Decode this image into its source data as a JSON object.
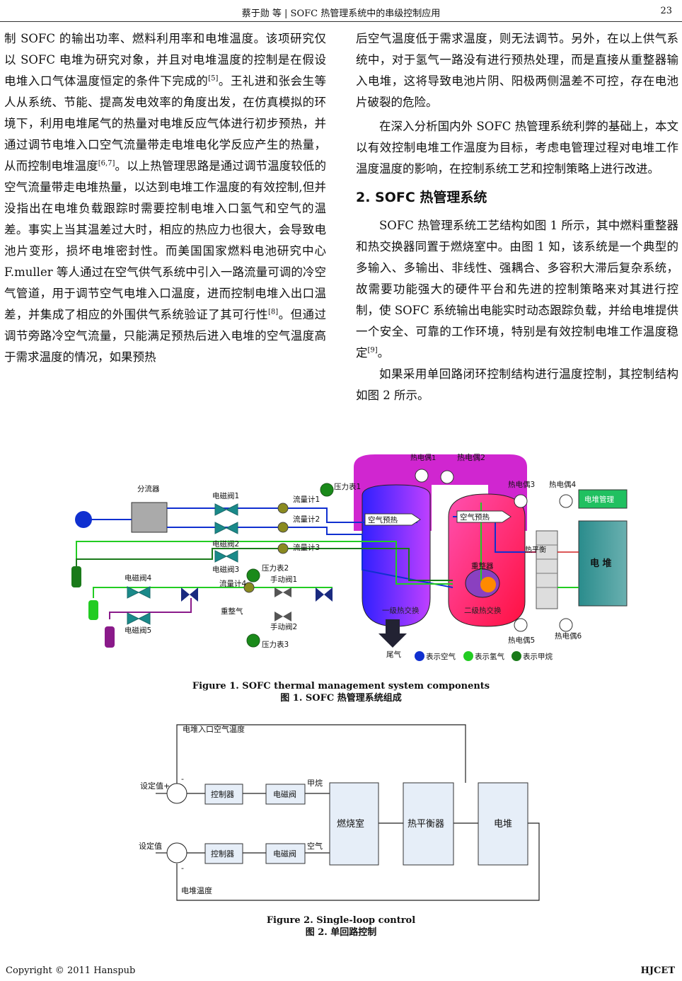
{
  "header": {
    "title": "蔡于勋  等  | SOFC 热管理系统中的串级控制应用",
    "page_number": "23"
  },
  "left_column": {
    "p1": "制 SOFC 的输出功率、燃料利用率和电堆温度。该项研究仅以 SOFC 电堆为研究对象，并且对电堆温度的控制是在假设电堆入口气体温度恒定的条件下完成的",
    "p1_ref": "[5]",
    "p1_b": "。王礼进和张会生等人从系统、节能、提高发电效率的角度出发，在仿真模拟的环境下，利用电堆尾气的热量对电堆反应气体进行初步预热，并通过调节电堆入口空气流量带走电堆电化学反应产生的热量，从而控制电堆温度",
    "p1_ref2": "[6,7]",
    "p1_c": "。以上热管理思路是通过调节温度较低的空气流量带走电堆热量，以达到电堆工作温度的有效控制,但并没指出在电堆负载跟踪时需要控制电堆入口氢气和空气的温差。事实上当其温差过大时，相应的热应力也很大，会导致电池片变形，损坏电堆密封性。而美国国家燃料电池研究中心 F.muller 等人通过在空气供气系统中引入一路流量可调的冷空气管道，用于调节空气电堆入口温度，进而控制电堆入出口温差，并集成了相应的外围供气系统验证了其可行性",
    "p1_ref3": "[8]",
    "p1_d": "。但通过调节旁路冷空气流量，只能满足预热后进入电堆的空气温度高于需求温度的情况，如果预热"
  },
  "right_column": {
    "p1": "后空气温度低于需求温度，则无法调节。另外，在以上供气系统中，对于氢气一路没有进行预热处理，而是直接从重整器输入电堆，这将导致电池片阴、阳极两侧温差不可控，存在电池片破裂的危险。",
    "p2": "在深入分析国内外 SOFC 热管理系统利弊的基础上，本文以有效控制电堆工作温度为目标，考虑电管理过程对电堆工作温度温度的影响，在控制系统工艺和控制策略上进行改进。",
    "section_title": "2. SOFC 热管理系统",
    "p3": "SOFC 热管理系统工艺结构如图 1 所示，其中燃料重整器和热交换器同置于燃烧室中。由图 1 知，该系统是一个典型的多输入、多输出、非线性、强耦合、多容积大滞后复杂系统，故需要功能强大的硬件平台和先进的控制策略来对其进行控制，使 SOFC 系统输出电能实时动态跟踪负载，并给电堆提供一个安全、可靠的工作环境，特别是有效控制电堆工作温度稳定",
    "p3_ref": "[9]",
    "p3_end": "。",
    "p4": "如果采用单回路闭环控制结构进行温度控制，其控制结构如图 2 所示。"
  },
  "figure1": {
    "labels": {
      "splitter": "分流器",
      "valve1": "电磁阀1",
      "valve2": "电磁阀2",
      "valve3": "电磁阀3",
      "valve4": "电磁阀4",
      "valve5": "电磁阀5",
      "flow1": "流量计1",
      "flow2": "流量计2",
      "flow3": "流量计3",
      "flow4": "流量计4",
      "press1": "压力表1",
      "press2": "压力表2",
      "press3": "压力表3",
      "manual1": "手动阀1",
      "manual2": "手动阀2",
      "reform_gas": "重整气",
      "tc1": "热电偶1",
      "tc2": "热电偶2",
      "tc3": "热电偶3",
      "tc4": "热电偶4",
      "tc5": "热电偶5",
      "tc6": "热电偶6",
      "air_preheat_a": "空气预热",
      "air_preheat_b": "空气预热",
      "reformer": "重整器",
      "hx1": "一级热交换",
      "hx2": "二级热交换",
      "heat_balance": "热平衡",
      "stack_mgmt": "电堆管理",
      "stack": "电  堆",
      "exhaust": "尾气",
      "legend_air": "表示空气",
      "legend_h2": "表示氢气",
      "legend_ch4": "表示甲烷"
    },
    "colors": {
      "air": "#1030d0",
      "h2": "#22cc22",
      "ch4": "#1a7a1a",
      "purple": "#8a1a8a"
    },
    "caption_en": "Figure 1. SOFC thermal management system components",
    "caption_cn": "图 1. SOFC 热管理系统组成"
  },
  "figure2": {
    "labels": {
      "feedback_top": "电堆入口空气温度",
      "feedback_bottom": "电堆温度",
      "setpoint1": "设定值+",
      "setpoint2": "设定值",
      "minus": "-",
      "controller1": "控制器",
      "controller2": "控制器",
      "valve1": "电磁阀",
      "valve2": "电磁阀",
      "methane": "甲烷",
      "air": "空气",
      "combustor": "燃烧室",
      "heat_balancer": "热平衡器",
      "stack": "电堆"
    },
    "caption_en": "Figure 2. Single-loop control",
    "caption_cn": "图 2.  单回路控制"
  },
  "footer": {
    "copyright": "Copyright © 2011 Hanspub",
    "journal": "HJCET"
  }
}
